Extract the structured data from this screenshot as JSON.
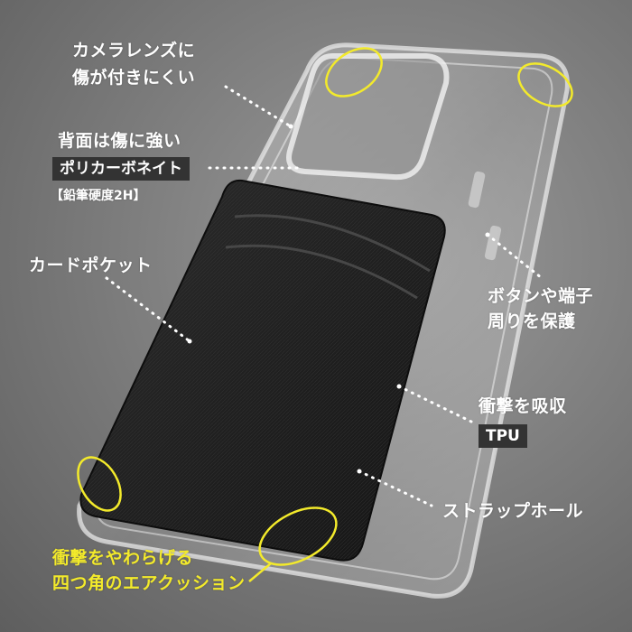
{
  "colors": {
    "background": "#7f7f7f",
    "highlight": "#f3ea2b",
    "label_box": "#333333",
    "card": "#232323"
  },
  "labels": {
    "camera_line1": "カメラレンズに",
    "camera_line2": "傷が付きにくい",
    "back_line1": "背面は傷に強い",
    "back_material": "ポリカーボネイト",
    "back_hardness": "【鉛筆硬度2H】",
    "card_pocket": "カードポケット",
    "buttons_line1": "ボタンや端子",
    "buttons_line2": "周りを保護",
    "shock_line1": "衝撃を吸収",
    "shock_material": "TPU",
    "strap_hole": "ストラップホール",
    "corner_line1": "衝撃をやわらげる",
    "corner_line2": "四つ角のエアクッション"
  }
}
